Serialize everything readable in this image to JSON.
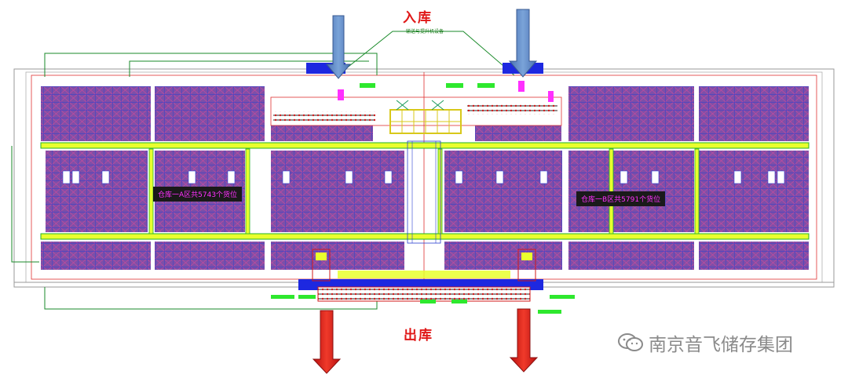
{
  "labels": {
    "inbound": "入库",
    "outbound": "出库",
    "callout": "输送与提升机设备",
    "area_a_tag": "仓库一A区共5743个货位",
    "area_b_tag": "仓库一B区共5791个货位"
  },
  "watermark": {
    "text": "南京音飞储存集团",
    "icon": "wechat-icon"
  },
  "colors": {
    "rack_fill": "#7e4fa8",
    "rack_grid": "#2a3fd0",
    "aisle": "#e9ff2e",
    "aisle_edge": "#22b322",
    "inbound_arrow": "#5b86c4",
    "outbound_arrow": "#e01818",
    "dock": "#1d28e0",
    "label_red": "#e01818",
    "tag_text": "#ff30ff"
  }
}
